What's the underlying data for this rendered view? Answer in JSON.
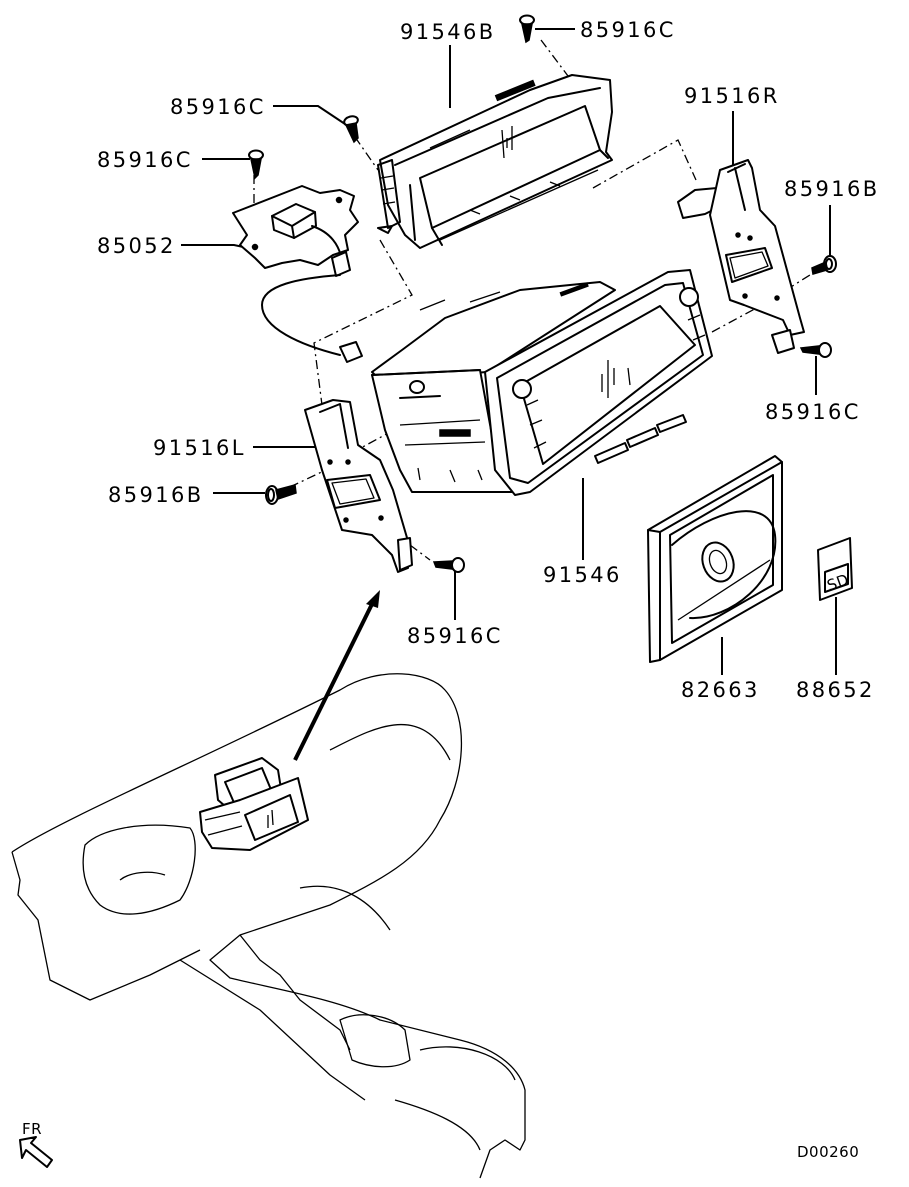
{
  "diagram": {
    "title": "Audio / Navigation Unit Parts Diagram",
    "figure_code": "D00260",
    "direction_indicator": "FR",
    "part_labels": [
      {
        "id": "lbl-91546B",
        "part_number": "91546B",
        "description": "display / upper unit"
      },
      {
        "id": "lbl-85916C-top",
        "part_number": "85916C",
        "description": "screw"
      },
      {
        "id": "lbl-85916C-upper-left",
        "part_number": "85916C",
        "description": "screw"
      },
      {
        "id": "lbl-85916C-left",
        "part_number": "85916C",
        "description": "screw"
      },
      {
        "id": "lbl-85052",
        "part_number": "85052",
        "description": "antenna bracket"
      },
      {
        "id": "lbl-91516R",
        "part_number": "91516R",
        "description": "bracket right"
      },
      {
        "id": "lbl-85916B-right",
        "part_number": "85916B",
        "description": "bolt"
      },
      {
        "id": "lbl-85916C-right",
        "part_number": "85916C",
        "description": "screw"
      },
      {
        "id": "lbl-91516L",
        "part_number": "91516L",
        "description": "bracket left"
      },
      {
        "id": "lbl-85916B-left",
        "part_number": "85916B",
        "description": "bolt"
      },
      {
        "id": "lbl-91546",
        "part_number": "91546",
        "description": "navigation main unit"
      },
      {
        "id": "lbl-85916C-bottom",
        "part_number": "85916C",
        "description": "screw"
      },
      {
        "id": "lbl-82663",
        "part_number": "82663",
        "description": "disc"
      },
      {
        "id": "lbl-88652",
        "part_number": "88652",
        "description": "SD card"
      }
    ],
    "sd_card_text": "SD"
  }
}
